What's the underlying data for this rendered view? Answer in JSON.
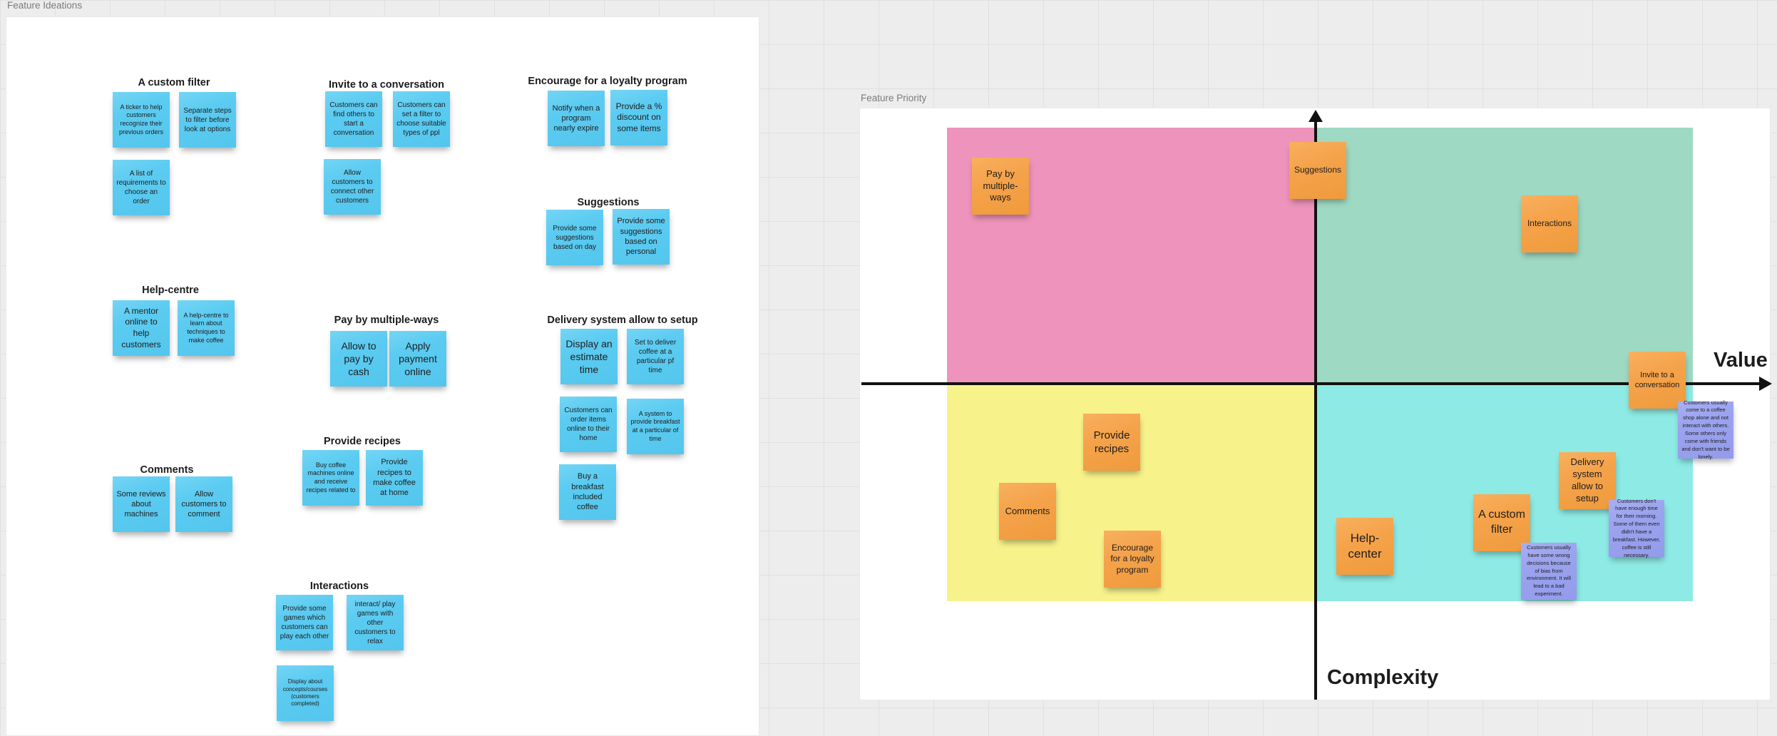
{
  "colors": {
    "canvas_gray": "#ededed",
    "blue_sticky": "#5BCBF1",
    "orange_sticky": "#F5A34B",
    "purple_sticky": "#9BA2EE",
    "quadrant_pink": "#EE93BB",
    "quadrant_teal": "#9ED9C3",
    "quadrant_yellow": "#F8F28B",
    "quadrant_cyan": "#8DEAE4",
    "axis_black": "#111111"
  },
  "ideation_frame": {
    "title": "Feature Ideations",
    "clusters": [
      {
        "heading": "A custom filter",
        "notes": [
          "A ticker to help customers recognize their previous orders",
          "Separate steps to filter before look at options",
          "A list of requirements to choose an order"
        ]
      },
      {
        "heading": "Invite to a conversation",
        "notes": [
          "Customers can find others to start a conversation",
          "Customers can set a filter to choose suitable types of ppl",
          "Allow customers to connect other customers"
        ]
      },
      {
        "heading": "Encourage for a loyalty program",
        "notes": [
          "Notify when a program nearly expire",
          "Provide a % discount on some items"
        ]
      },
      {
        "heading": "Suggestions",
        "notes": [
          "Provide some suggestions based on day",
          "Provide some suggestions based on personal"
        ]
      },
      {
        "heading": "Help-centre",
        "notes": [
          "A mentor online to help customers",
          "A help-centre to learn about techniques to make coffee"
        ]
      },
      {
        "heading": "Pay by multiple-ways",
        "notes": [
          "Allow to pay by cash",
          "Apply payment online"
        ]
      },
      {
        "heading": "Delivery system allow to setup",
        "notes": [
          "Display an estimate time",
          "Set to deliver coffee at a particular pf time",
          "Customers can order items online to their home",
          "A system to provide breakfast at a particular of time",
          "Buy a breakfast included coffee"
        ]
      },
      {
        "heading": "Provide recipes",
        "notes": [
          "Buy coffee machines online and receive recipes related to",
          "Provide recipes to make coffee at home"
        ]
      },
      {
        "heading": "Comments",
        "notes": [
          "Some reviews about machines",
          "Allow customers to comment"
        ]
      },
      {
        "heading": "Interactions",
        "notes": [
          "Provide some games which customers can play each other",
          "interact/ play games with other customers to relax",
          "Display about concepts/courses (customers completed)"
        ]
      }
    ]
  },
  "priority_frame": {
    "title": "Feature Priority",
    "value_axis_label": "Value",
    "complexity_axis_label": "Complexity",
    "feature_notes": [
      "Pay by multiple-ways",
      "Suggestions",
      "Interactions",
      "Invite to a conversation",
      "Provide recipes",
      "Comments",
      "Encourage for a loyalty program",
      "Help-center",
      "A custom filter",
      "Delivery system allow to setup"
    ],
    "insight_notes": [
      "Customers usually come to a coffee shop alone and not interact with others. Some others only come with friends and don't want to be lonely.",
      "Customers don't have enough time for their morning. Some of them even didn't have a breakfast. However, coffee is still necessary.",
      "Customers usually have some wrong decisions because of bias from environment. It will lead to a bad experiment."
    ]
  }
}
